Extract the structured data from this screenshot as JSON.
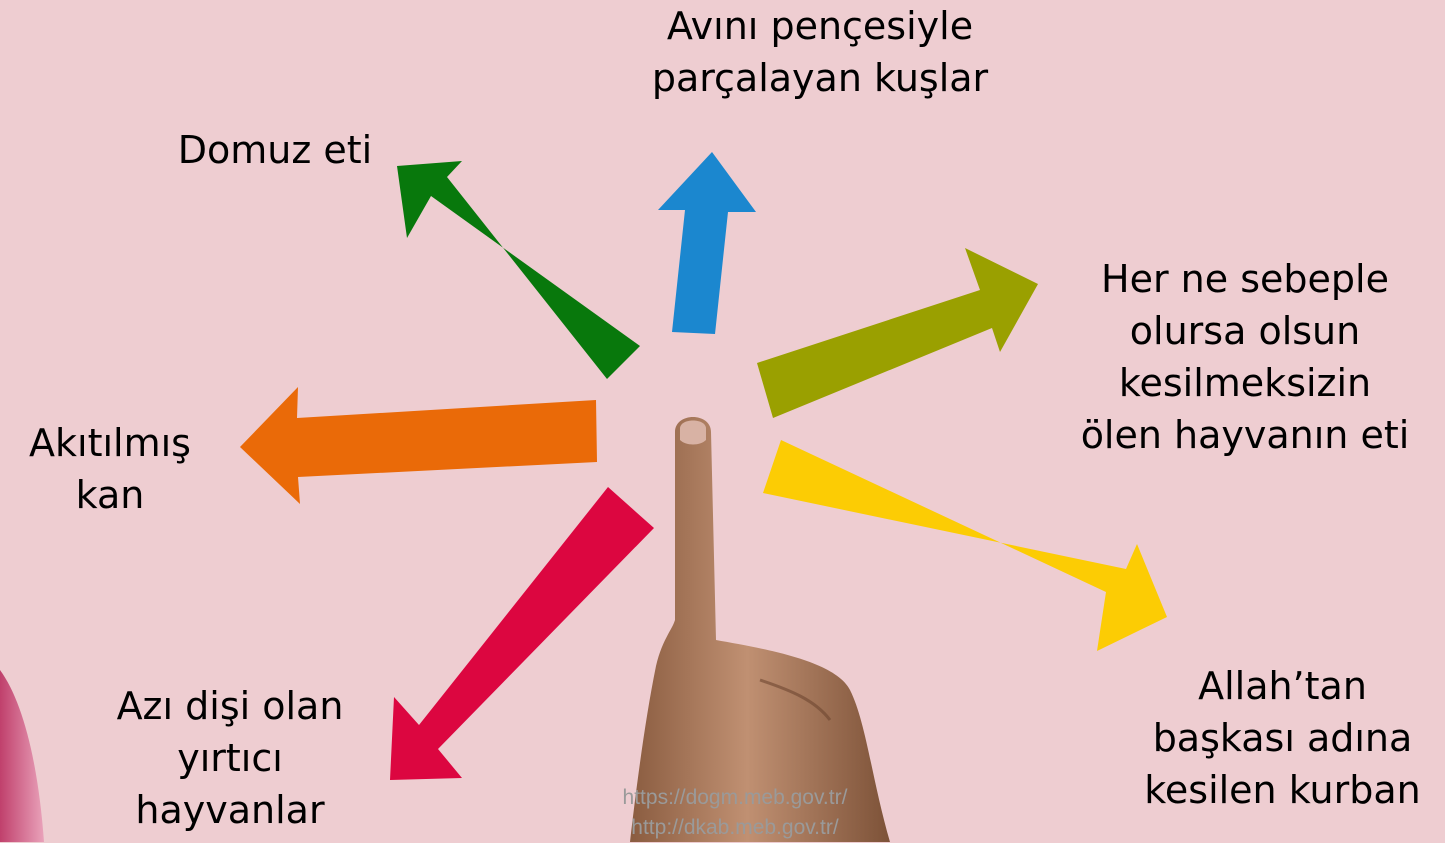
{
  "labels": {
    "top": [
      "Avını pençesiyle",
      "parçalayan kuşlar"
    ],
    "top_left": [
      "Domuz eti"
    ],
    "right": [
      "Her ne sebeple",
      "olursa olsun",
      "kesilmeksizin",
      "ölen hayvanın eti"
    ],
    "left": [
      "Akıtılmış",
      "kan"
    ],
    "bottom_right": [
      "Allah’tan",
      "başkası adına",
      "kesilen kurban"
    ],
    "bottom_left": [
      "Azı dişi olan",
      "yırtıcı",
      "hayvanlar"
    ]
  },
  "sources": [
    "https://dogm.meb.gov.tr/",
    "http://dkab.meb.gov.tr/"
  ],
  "colors": {
    "background": "#eecdd1",
    "arrow_blue": "#1b87cf",
    "arrow_green": "#08780c",
    "arrow_olive": "#9aa000",
    "arrow_orange": "#ea6a08",
    "arrow_yellow": "#fccc04",
    "arrow_red": "#dc0640",
    "skin": "#b0805f"
  }
}
